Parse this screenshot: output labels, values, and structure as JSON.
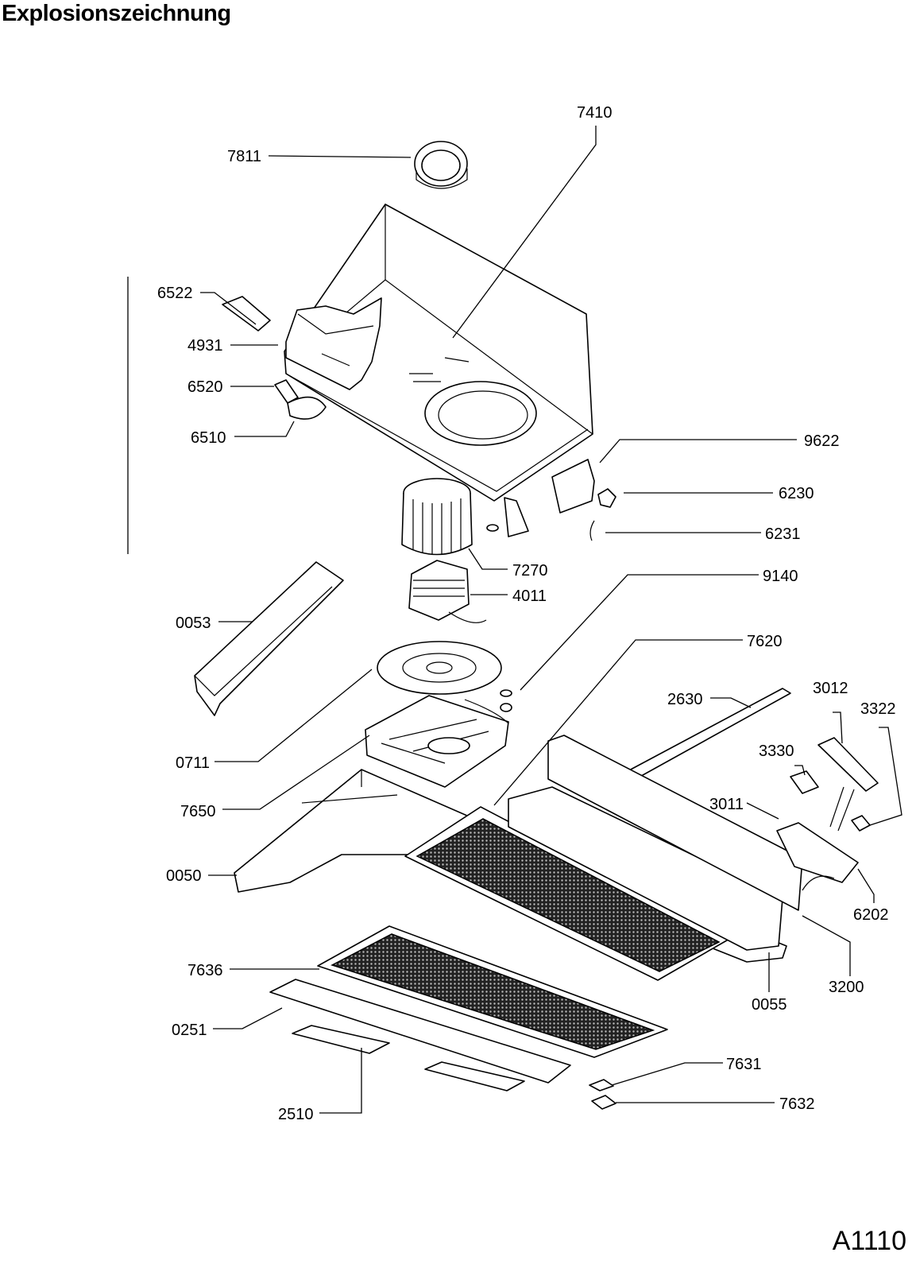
{
  "title": "Explosionszeichnung",
  "document_id": "A1110",
  "part_labels": {
    "p7410": "7410",
    "p7811": "7811",
    "p6522": "6522",
    "p4931": "4931",
    "p6520": "6520",
    "p6510": "6510",
    "p9622": "9622",
    "p6230": "6230",
    "p6231": "6231",
    "p7270": "7270",
    "p4011": "4011",
    "p9140": "9140",
    "p0053": "0053",
    "p7620": "7620",
    "p2630": "2630",
    "p3012": "3012",
    "p3322": "3322",
    "p3330": "3330",
    "p0711": "0711",
    "p3011": "3011",
    "p7650": "7650",
    "p0050": "0050",
    "p6202": "6202",
    "p7636": "7636",
    "p3200": "3200",
    "p0055": "0055",
    "p0251": "0251",
    "p7631": "7631",
    "p7632": "7632",
    "p2510": "2510"
  }
}
